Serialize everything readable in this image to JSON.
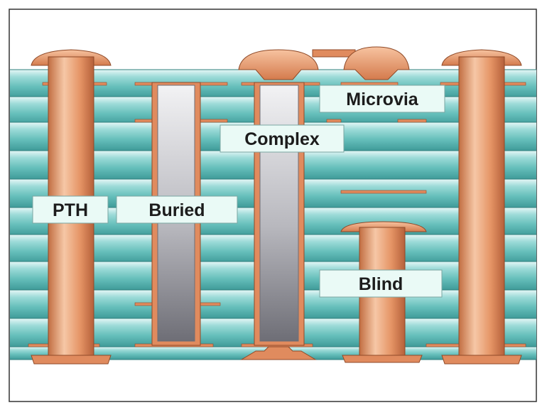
{
  "labels": {
    "pth": "PTH",
    "buried": "Buried",
    "complex": "Complex",
    "microvia": "Microvia",
    "blind": "Blind"
  },
  "colors": {
    "frame": "#333333",
    "laminate_light": "#c9ecea",
    "laminate_mid": "#7ccac6",
    "laminate_dark": "#3f9b99",
    "copper_light": "#f7c3a0",
    "copper_mid": "#e08b5e",
    "copper_dark": "#b8643a",
    "copper_outline": "#8f4a28",
    "fill_light": "#f0f0f2",
    "fill_dark": "#7c7c84",
    "label_bg": "#eafaf6"
  }
}
